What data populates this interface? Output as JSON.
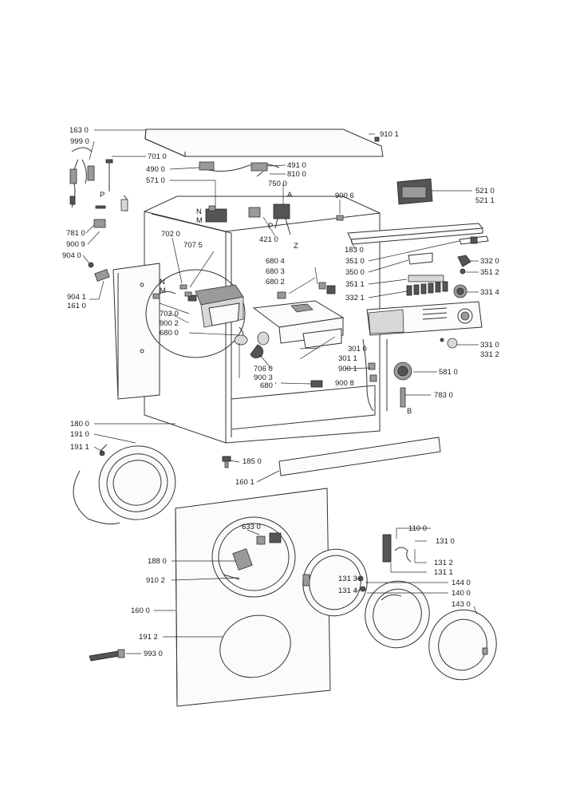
{
  "labels": {
    "l1630": "163 0",
    "l9990": "999 0",
    "l7010": "701 0",
    "l4900": "490 0",
    "l5710": "571 0",
    "l4910": "491 0",
    "l8100": "810 0",
    "l7500": "750 0",
    "l9101": "910 1",
    "l9006": "900 6",
    "l5210": "521 0",
    "l5211": "521 1",
    "l1830": "183 0",
    "l3510": "351 0",
    "l3500": "350 0",
    "l3511": "351 1",
    "l3321": "332 1",
    "l3320": "332 0",
    "l3512": "351 2",
    "l3314": "331 4",
    "l3310": "331 0",
    "l3312": "331 2",
    "l7810": "781 0",
    "l9009": "900 9",
    "l9040": "904 0",
    "l9041": "904 1",
    "l1610": "161 0",
    "l7020a": "702 0",
    "l7075": "707 5",
    "l7020b": "702 0",
    "l9002": "900 2",
    "l6800": "680 0",
    "l4210": "421 0",
    "l6804": "680 4",
    "l6803": "680 3",
    "l6802": "680 2",
    "l3010": "301 0",
    "l3011": "301 1",
    "l9001": "900 1",
    "l7060": "706 0",
    "l9003": "900 3",
    "l680": "680 '",
    "l9008": "900 8",
    "l5810": "581 0",
    "l7830": "783 0",
    "l1800": "180 0",
    "l1910": "191 0",
    "l1911": "191 1",
    "l1850": "185 0",
    "l1601": "160 1",
    "l6330": "633 0",
    "l1100": "110 0",
    "l1310": "131 0",
    "l1312": "131 2",
    "l1311": "131 1",
    "l1880": "188 0",
    "l9102": "910 2",
    "l1313": "131 3",
    "l1314": "131 4",
    "l1440": "144 0",
    "l1400": "140 0",
    "l1430": "143 0",
    "l1600": "160 0",
    "l1912": "191 2",
    "l9930": "993 0"
  },
  "markers": {
    "p1": "P",
    "p2": "P",
    "a": "A",
    "z": "Z",
    "n1": "N",
    "m1": "M",
    "n2": "N",
    "m2": "M",
    "b": "B"
  }
}
